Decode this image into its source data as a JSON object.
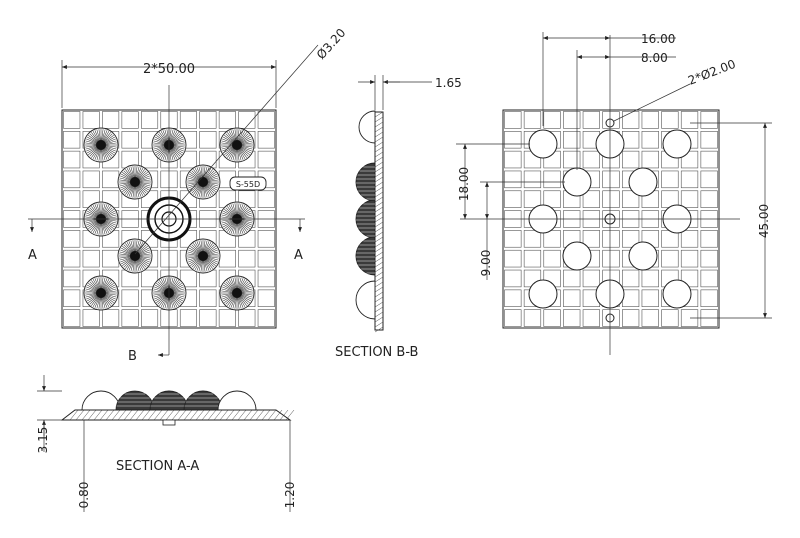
{
  "top_view": {
    "dim_width": "2*50.00",
    "dim_hole": "Ø3.20",
    "part_label": "S-55D",
    "section_a_left": "A",
    "section_a_right": "A",
    "section_b": "B"
  },
  "section_bb": {
    "dim_thickness": "1.65",
    "title": "SECTION B-B"
  },
  "section_aa": {
    "title": "SECTION A-A",
    "dim_height": "3.15",
    "dim_base": "0.80",
    "dim_edge": "1.20"
  },
  "hole_view": {
    "dim_16": "16.00",
    "dim_8": "8.00",
    "dim_pins": "2*Ø2.00",
    "dim_18": "18.00",
    "dim_9": "9.00",
    "dim_45": "45.00"
  }
}
